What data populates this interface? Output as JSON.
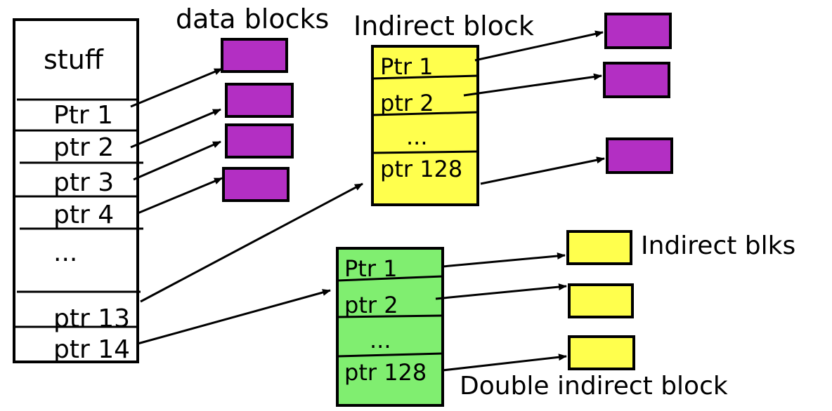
{
  "colors": {
    "data_block": "#b32fc3",
    "indirect_block": "#ffff4d",
    "double_indirect_block": "#80ee70",
    "inode": "#ffffff",
    "line": "#000000"
  },
  "labels": {
    "data_blocks": "data blocks",
    "indirect_block": "Indirect block",
    "indirect_blks": "Indirect blks",
    "double_indirect_block": "Double indirect block"
  },
  "inode": {
    "stuff": "stuff",
    "rows": [
      "Ptr 1",
      "ptr 2",
      "ptr 3",
      "ptr 4",
      "...",
      "ptr 13",
      "ptr 14"
    ]
  },
  "indirect": {
    "rows": [
      "Ptr 1",
      "ptr 2",
      "...",
      "ptr 128"
    ]
  },
  "double_indirect": {
    "rows": [
      "Ptr 1",
      "ptr 2",
      "...",
      "ptr 128"
    ]
  }
}
